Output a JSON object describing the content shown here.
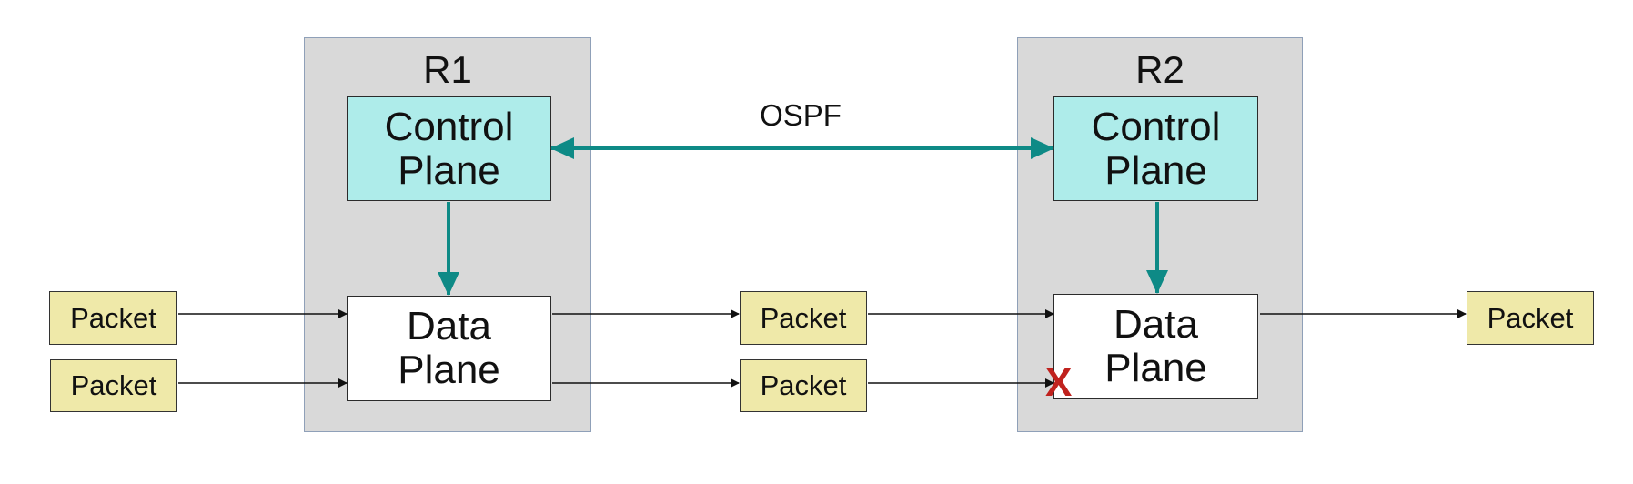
{
  "routers": [
    {
      "name": "R1",
      "control_label": "Control\nPlane",
      "data_label": "Data\nPlane"
    },
    {
      "name": "R2",
      "control_label": "Control\nPlane",
      "data_label": "Data\nPlane"
    }
  ],
  "protocol_label": "OSPF",
  "packets": [
    {
      "label": "Packet"
    },
    {
      "label": "Packet"
    },
    {
      "label": "Packet"
    },
    {
      "label": "Packet"
    },
    {
      "label": "Packet"
    }
  ],
  "drop_mark": "X",
  "colors": {
    "router_bg": "#d9d9d9",
    "control_plane": "#aeecea",
    "packet": "#efe9a9",
    "ospf_arrow": "#0e8a86",
    "drop": "#c0221e"
  }
}
